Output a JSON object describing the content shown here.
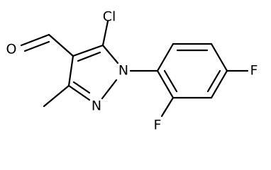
{
  "atoms": {
    "chlorine": "Cl",
    "ring_nitrogen_1": "N",
    "ring_nitrogen_2": "N",
    "aldehyde_oxygen": "O",
    "fluorine_para": "F",
    "fluorine_ortho": "F"
  },
  "colors": {
    "bond": "#000000",
    "label": "#000000",
    "background": "#ffffff"
  }
}
